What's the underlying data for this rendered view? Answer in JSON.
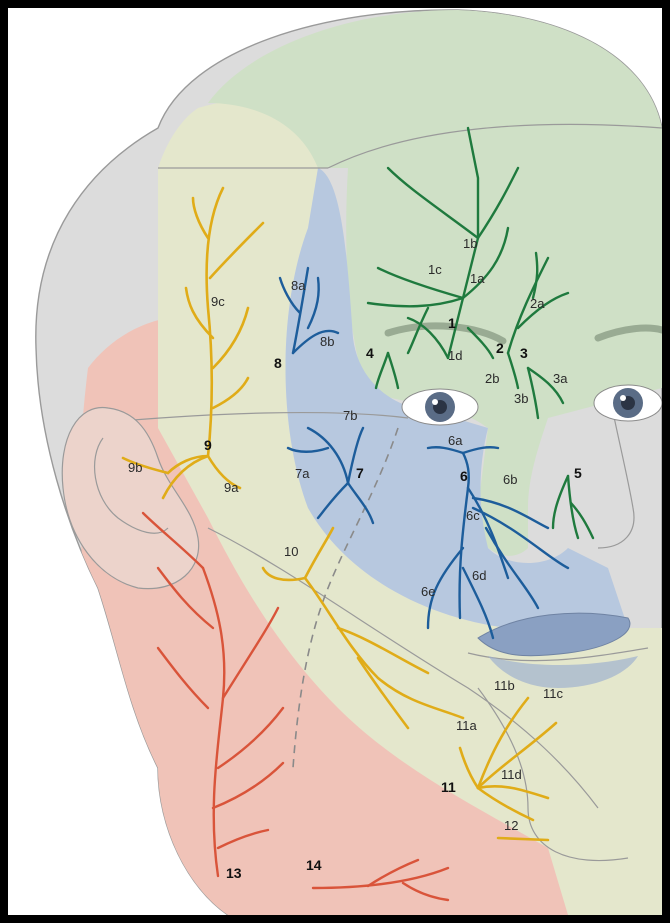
{
  "colors": {
    "ophthalmic_region": "#cfe0c6",
    "maxillary_region": "#b7c8df",
    "mandibular_region": "#e4e7cc",
    "cervical_region": "#f0c3b8",
    "occipital_region": "#dcdcdc",
    "nerve_green": "#1f7a3e",
    "nerve_blue": "#1d5d9b",
    "nerve_yellow": "#e0ac18",
    "nerve_red": "#d9543a"
  },
  "labels": {
    "n1": "1",
    "n1a": "1a",
    "n1b": "1b",
    "n1c": "1c",
    "n1d": "1d",
    "n2": "2",
    "n2a": "2a",
    "n2b": "2b",
    "n3": "3",
    "n3a": "3a",
    "n3b": "3b",
    "n4": "4",
    "n5": "5",
    "n6": "6",
    "n6a": "6a",
    "n6b": "6b",
    "n6c": "6c",
    "n6d": "6d",
    "n6e": "6e",
    "n7": "7",
    "n7a": "7a",
    "n7b": "7b",
    "n8": "8",
    "n8a": "8a",
    "n8b": "8b",
    "n9": "9",
    "n9a": "9a",
    "n9b": "9b",
    "n9c": "9c",
    "n10": "10",
    "n11": "11",
    "n11a": "11a",
    "n11b": "11b",
    "n11c": "11c",
    "n11d": "11d",
    "n12": "12",
    "n13": "13",
    "n14": "14"
  }
}
